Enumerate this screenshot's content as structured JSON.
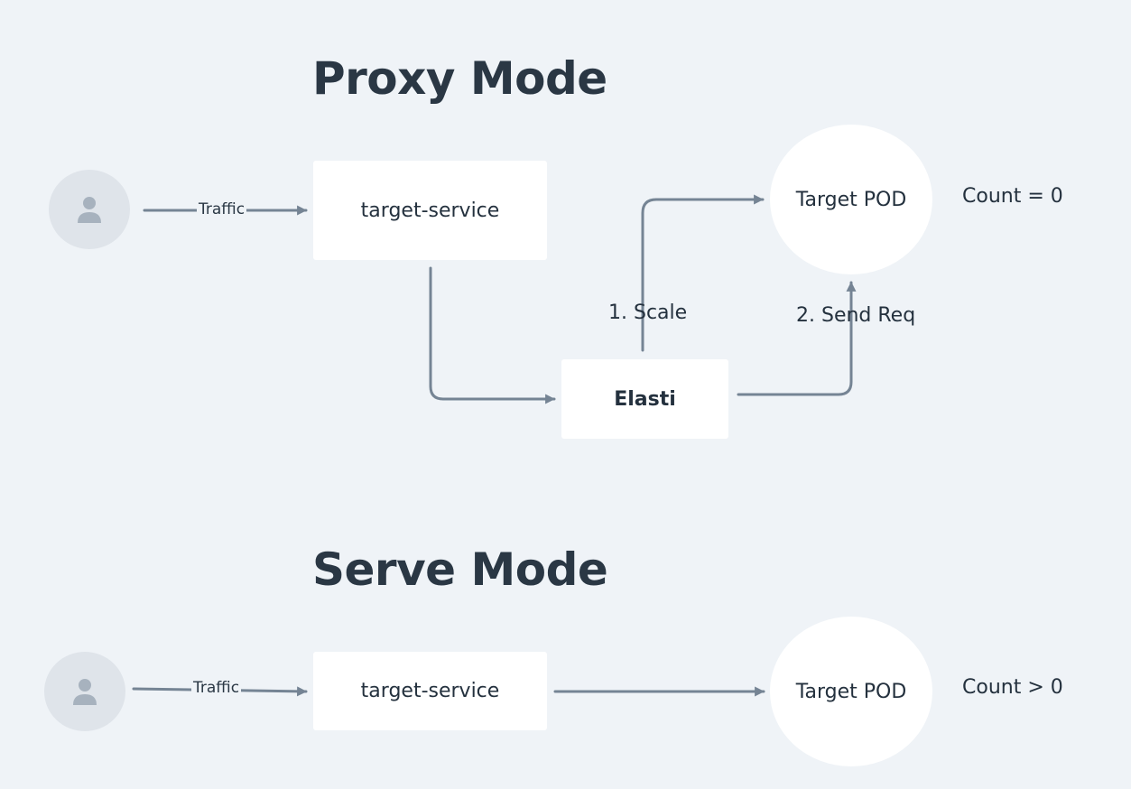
{
  "proxy": {
    "title": "Proxy Mode",
    "traffic_label": "Traffic",
    "service_label": "target-service",
    "elasti_label": "Elasti",
    "pod_label": "Target POD",
    "count_label": "Count = 0",
    "scale_label": "1. Scale",
    "send_label": "2. Send Req",
    "user_icon": "user-icon"
  },
  "serve": {
    "title": "Serve Mode",
    "traffic_label": "Traffic",
    "service_label": "target-service",
    "pod_label": "Target POD",
    "count_label": "Count > 0",
    "user_icon": "user-icon"
  },
  "colors": {
    "background": "#eff3f7",
    "arrow": "#758494",
    "node": "#ffffff",
    "user_circle": "#dfe4ea",
    "user_glyph": "#a7b2be",
    "title": "#2a3744"
  }
}
